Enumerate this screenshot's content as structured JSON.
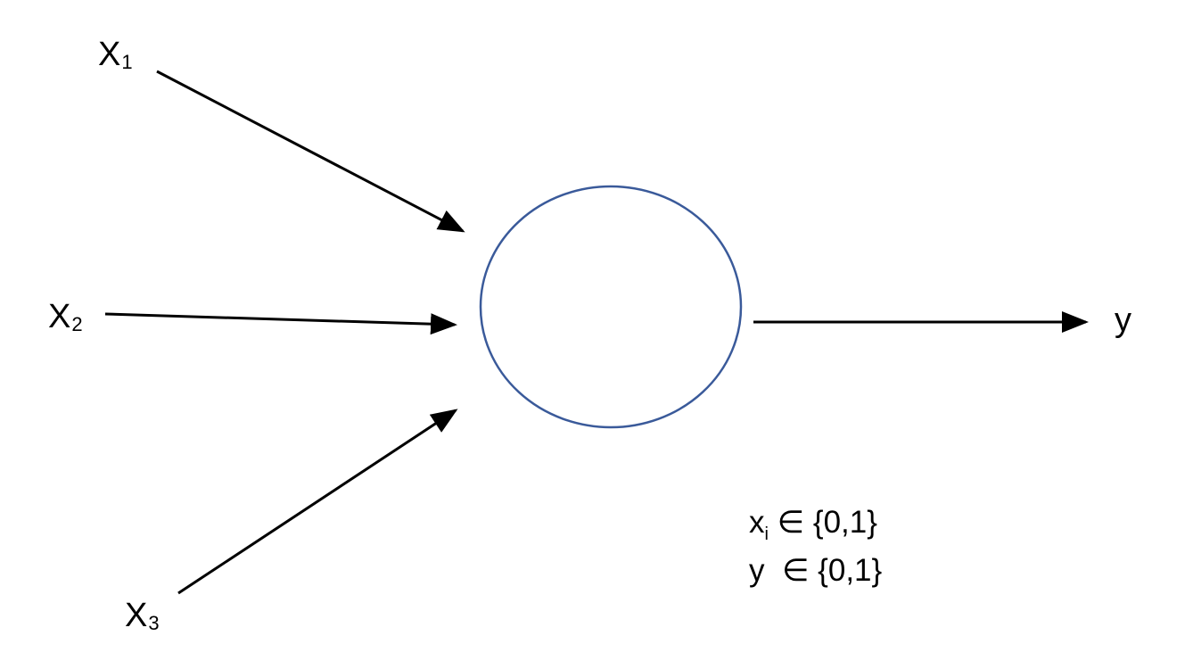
{
  "colors": {
    "neuron_stroke": "#3a5a9a",
    "arrow": "#000000",
    "text": "#000000"
  },
  "inputs": [
    {
      "symbol": "X",
      "subscript": "1"
    },
    {
      "symbol": "X",
      "subscript": "2"
    },
    {
      "symbol": "X",
      "subscript": "3"
    }
  ],
  "output": {
    "symbol": "y"
  },
  "conditions": [
    {
      "var": "x",
      "subscript": "i",
      "relation": " ∈ {0,1}"
    },
    {
      "var": "y",
      "subscript": "",
      "relation": "  ∈ {0,1}"
    }
  ]
}
